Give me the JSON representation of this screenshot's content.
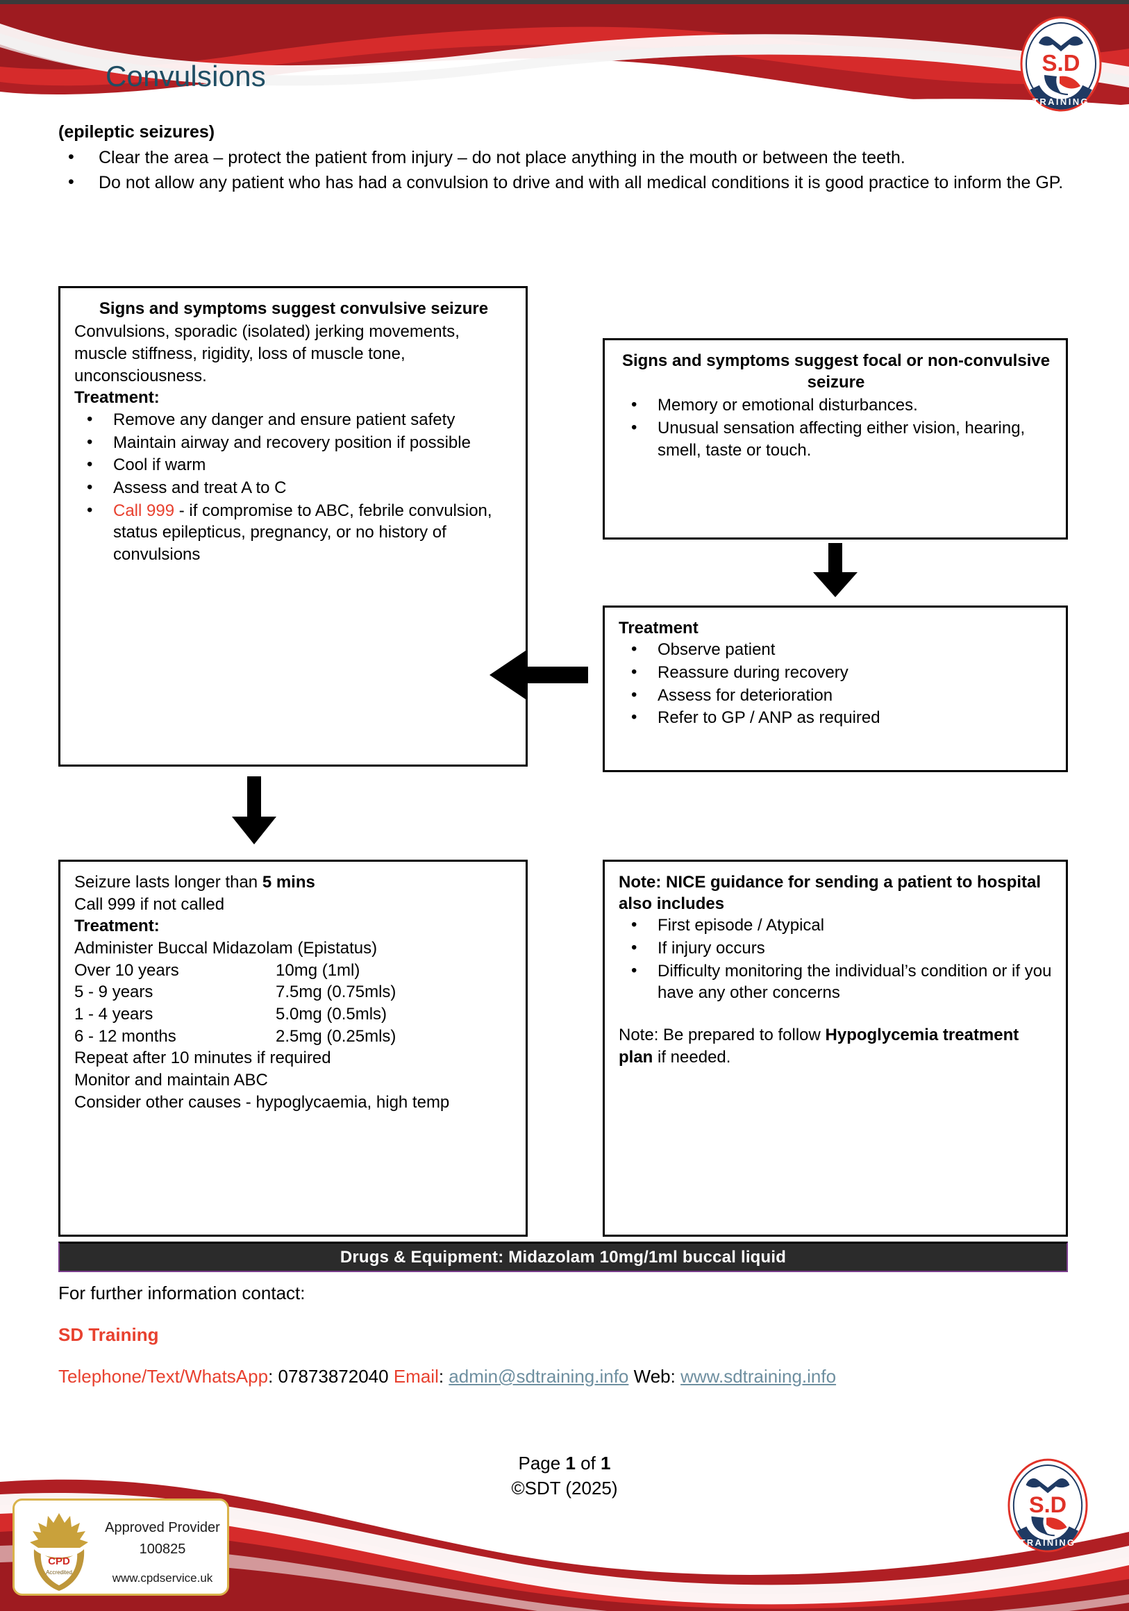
{
  "document": {
    "title": "Convulsions",
    "subtitle": "(epileptic seizures)",
    "intro_bullets": [
      "Clear the area – protect the patient from injury – do not place anything in the mouth or between the teeth.",
      "Do not allow any patient who has had a convulsion to drive and with all medical conditions it is good practice to inform the GP."
    ]
  },
  "logo": {
    "initials": "S.D",
    "word": "TRAINING"
  },
  "boxes": {
    "convulsive": {
      "title": "Signs and symptoms suggest convulsive seizure",
      "description": "Convulsions, sporadic (isolated) jerking movements, muscle stiffness, rigidity, loss of muscle tone, unconsciousness.",
      "treatment_label": "Treatment:",
      "bullets": [
        "Remove any danger and ensure patient safety",
        "Maintain airway and recovery position if possible",
        "Cool if warm",
        "Assess and treat A to C"
      ],
      "call_999_label": "Call 999",
      "call_999_rest": " - if compromise to ABC, febrile convulsion, status epilepticus, pregnancy, or no history of convulsions"
    },
    "focal": {
      "title": "Signs and symptoms suggest focal or non-convulsive seizure",
      "bullets": [
        "Memory or emotional disturbances.",
        "Unusual sensation affecting either vision, hearing, smell, taste or touch."
      ]
    },
    "treatment": {
      "title": "Treatment",
      "bullets": [
        "Observe patient",
        "Reassure during recovery",
        "Assess for deterioration",
        "Refer to GP / ANP as required"
      ]
    },
    "prolonged": {
      "line1_prefix": "Seizure lasts longer than ",
      "line1_bold": "5 mins",
      "line2": "Call 999 if not called",
      "treatment_label": "Treatment:",
      "line3": "Administer Buccal Midazolam (Epistatus)",
      "doses": [
        {
          "age": "Over 10 years",
          "amount": "10mg (1ml)"
        },
        {
          "age": "5 - 9 years",
          "amount": "7.5mg (0.75mls)"
        },
        {
          "age": "1 - 4 years",
          "amount": "5.0mg (0.5mls)"
        },
        {
          "age": "6 - 12 months",
          "amount": "2.5mg (0.25mls)"
        }
      ],
      "after": [
        "Repeat after 10 minutes if required",
        "Monitor and maintain ABC",
        "Consider other causes - hypoglycaemia, high temp"
      ]
    },
    "nice": {
      "title": "Note: NICE guidance for sending a patient to hospital also includes",
      "bullets": [
        "First episode / Atypical",
        "If injury occurs",
        "Difficulty monitoring the individual’s condition or if you have any other concerns"
      ],
      "note_prefix": "Note: Be prepared to follow ",
      "note_bold": "Hypoglycemia treatment plan",
      "note_suffix": " if needed."
    }
  },
  "drugs_bar": {
    "text": "Drugs & Equipment: Midazolam 10mg/1ml buccal liquid"
  },
  "contact": {
    "heading": "For further information contact:",
    "company": "SD Training",
    "phone_label": "Telephone/Text/WhatsApp",
    "phone_value": "07873872040",
    "email_label": "Email",
    "email_value": "admin@sdtraining.info",
    "web_label": "Web:",
    "web_value": "www.sdtraining.info"
  },
  "footer": {
    "page_prefix": "Page ",
    "page_current": "1",
    "page_middle": " of ",
    "page_total": "1",
    "copyright": "©SDT (2025)"
  },
  "cpd_badge": {
    "line1": "Approved Provider",
    "line2": "100825",
    "url": "www.cpdservice.uk",
    "mark": "CPD",
    "accredited": "Accredited"
  },
  "colors": {
    "brand_red": "#E8412F",
    "deep_red": "#B01F24",
    "title_blue": "#1F4E64",
    "link_teal": "#6E8FA0",
    "bar_dark": "#2B2B2B",
    "bar_border": "#7A3D8C",
    "gold": "#D9B24A"
  }
}
